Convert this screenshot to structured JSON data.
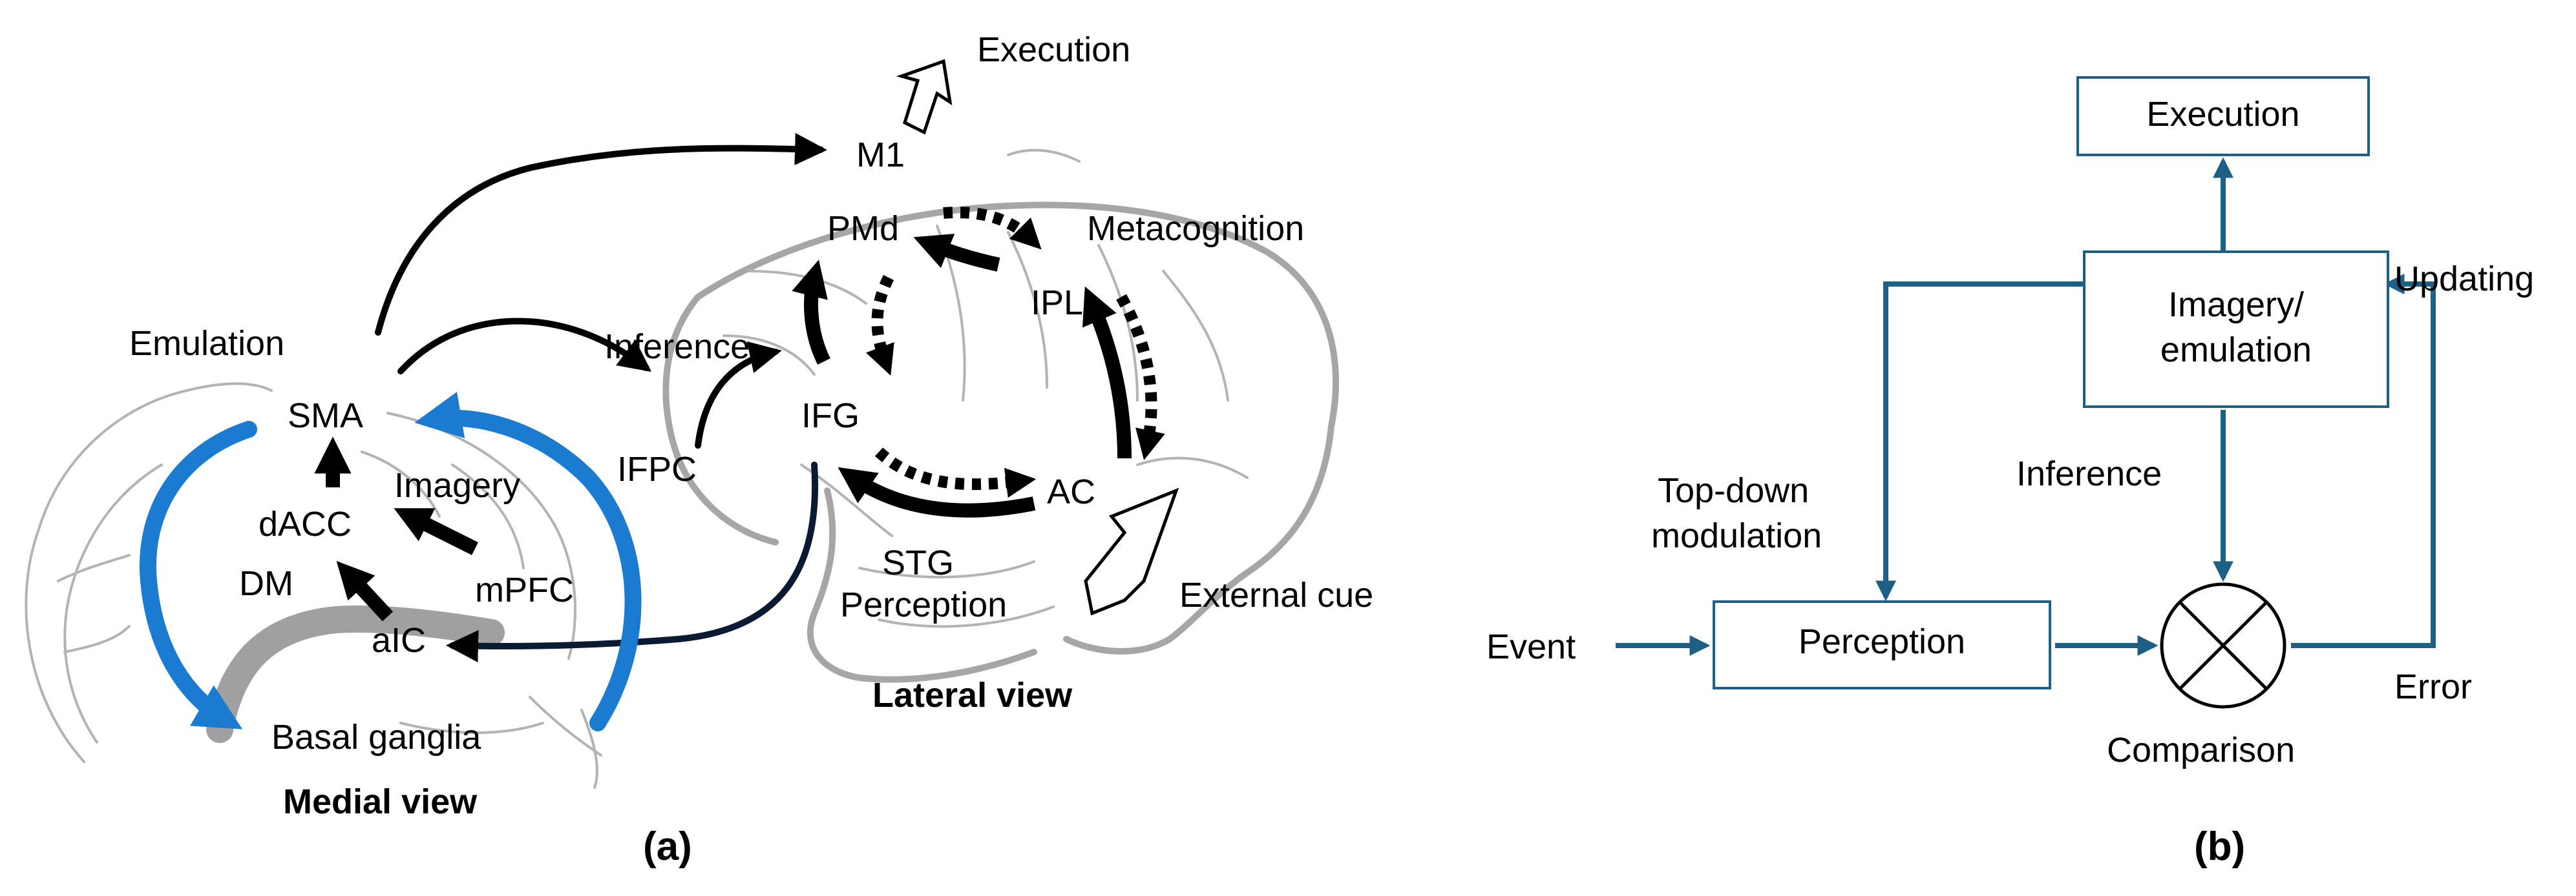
{
  "panel_a": {
    "labels": {
      "execution": "Execution",
      "m1": "M1",
      "pmd": "PMd",
      "metacognition": "Metacognition",
      "ipl": "IPL",
      "emulation": "Emulation",
      "inference": "Inference",
      "sma": "SMA",
      "ifg": "IFG",
      "ifpc": "IFPC",
      "imagery": "Imagery",
      "dacc": "dACC",
      "ac": "AC",
      "dm": "DM",
      "mpfc": "mPFC",
      "stg": "STG",
      "perception": "Perception",
      "external_cue": "External cue",
      "aic": "aIC",
      "basal_ganglia": "Basal ganglia",
      "lateral_view": "Lateral view",
      "medial_view": "Medial view"
    },
    "caption": "(a)"
  },
  "panel_b": {
    "nodes": {
      "execution": "Execution",
      "imagery_line1": "Imagery/",
      "imagery_line2": "emulation",
      "perception": "Perception"
    },
    "labels": {
      "updating": "Updating",
      "top_down_line1": "Top-down",
      "top_down_line2": "modulation",
      "inference": "Inference",
      "event": "Event",
      "error": "Error",
      "comparison": "Comparison"
    },
    "caption": "(b)"
  },
  "colors": {
    "flow_line": "#1e5f86",
    "blue_arrow": "#1a7bd1",
    "brain_outline": "#b3b3b3"
  }
}
